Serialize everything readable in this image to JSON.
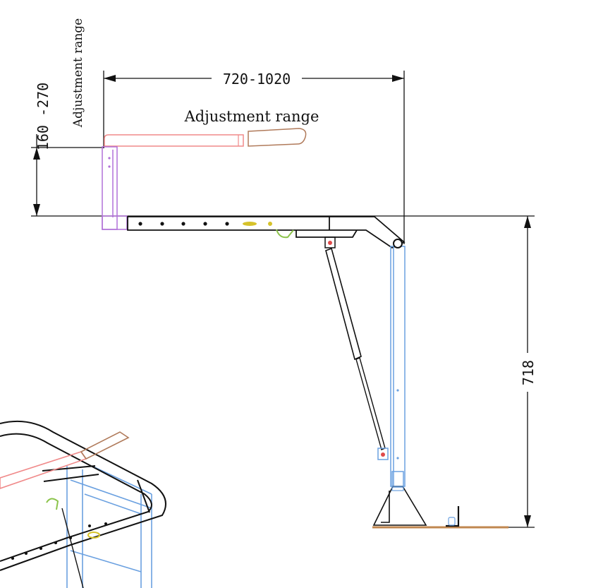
{
  "dimensions": {
    "width_range": "720-1020",
    "height_range": "160 -270",
    "height": "718"
  },
  "labels": {
    "horizontal_adjustment": "Adjustment range",
    "vertical_adjustment": "Adjustment range"
  },
  "colors": {
    "line": "#111111",
    "armrest_adjusted": "#f08a8a",
    "grip": "#b07a5a",
    "vertical_post": "#b070d8",
    "leg": "#6aa0e0",
    "pin": "#d6c22a",
    "clip": "#8bc34a",
    "floor": "#c0874f",
    "accent_red": "#e04a4a"
  }
}
